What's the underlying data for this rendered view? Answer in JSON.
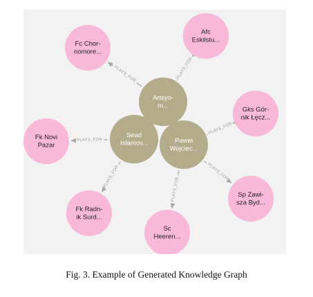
{
  "colors": {
    "background": "#f2f2f2",
    "player_node": "#b3ab8a",
    "club_node": "#f8b8d8",
    "player_text": "#ffffff",
    "club_text": "#222222",
    "edge": "#a8a8a8"
  },
  "nodes": [
    {
      "id": "artsyom",
      "kind": "player",
      "lines": [
        "Artsyo-",
        "m..."
      ]
    },
    {
      "id": "sead",
      "kind": "player",
      "lines": [
        "Sead",
        "Islamov..."
      ]
    },
    {
      "id": "pawel",
      "kind": "player",
      "lines": [
        "Paweł",
        "Wojciec..."
      ]
    },
    {
      "id": "chornomorets",
      "kind": "club",
      "lines": [
        "Fc Chor-",
        "nomore..."
      ]
    },
    {
      "id": "eskilstuna",
      "kind": "club",
      "lines": [
        "Afc",
        "Eskilstu..."
      ]
    },
    {
      "id": "gks",
      "kind": "club",
      "lines": [
        "Gks Gór-",
        "nik Łęcz..."
      ]
    },
    {
      "id": "novipazar",
      "kind": "club",
      "lines": [
        "Fk Novi",
        "Pazar"
      ]
    },
    {
      "id": "radnik",
      "kind": "club",
      "lines": [
        "Fk Radn-",
        "ik Surd..."
      ]
    },
    {
      "id": "heerenveen",
      "kind": "club",
      "lines": [
        "Sc",
        "Heeren..."
      ]
    },
    {
      "id": "zawisza",
      "kind": "club",
      "lines": [
        "Sp Zawi-",
        "sza Byd..."
      ]
    }
  ],
  "edges": [
    {
      "from": "artsyom",
      "to": "chornomorets",
      "label": "PLAYS_FOR"
    },
    {
      "from": "artsyom",
      "to": "eskilstuna",
      "label": "PLAYS_FOR"
    },
    {
      "from": "sead",
      "to": "novipazar",
      "label": "PLAYS_FOR"
    },
    {
      "from": "sead",
      "to": "radnik",
      "label": "PLAYS_FOR"
    },
    {
      "from": "pawel",
      "to": "gks",
      "label": "PLAYS_FOR"
    },
    {
      "from": "pawel",
      "to": "heerenveen",
      "label": "PLAYS_FOR"
    },
    {
      "from": "pawel",
      "to": "zawisza",
      "label": "PLAYS_FOR"
    }
  ],
  "caption": "Fig. 3. Example of Generated Knowledge Graph"
}
